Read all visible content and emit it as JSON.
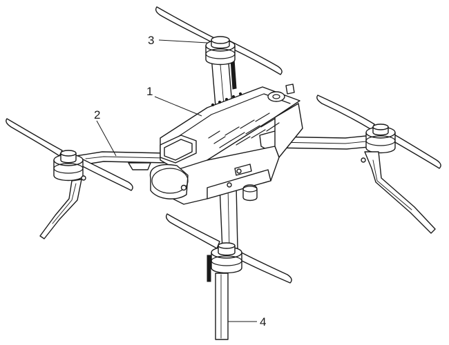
{
  "figure": {
    "callouts": [
      {
        "id": "body",
        "label": "1"
      },
      {
        "id": "arm",
        "label": "2"
      },
      {
        "id": "propeller-motor",
        "label": "3"
      },
      {
        "id": "landing-leg",
        "label": "4"
      }
    ]
  }
}
